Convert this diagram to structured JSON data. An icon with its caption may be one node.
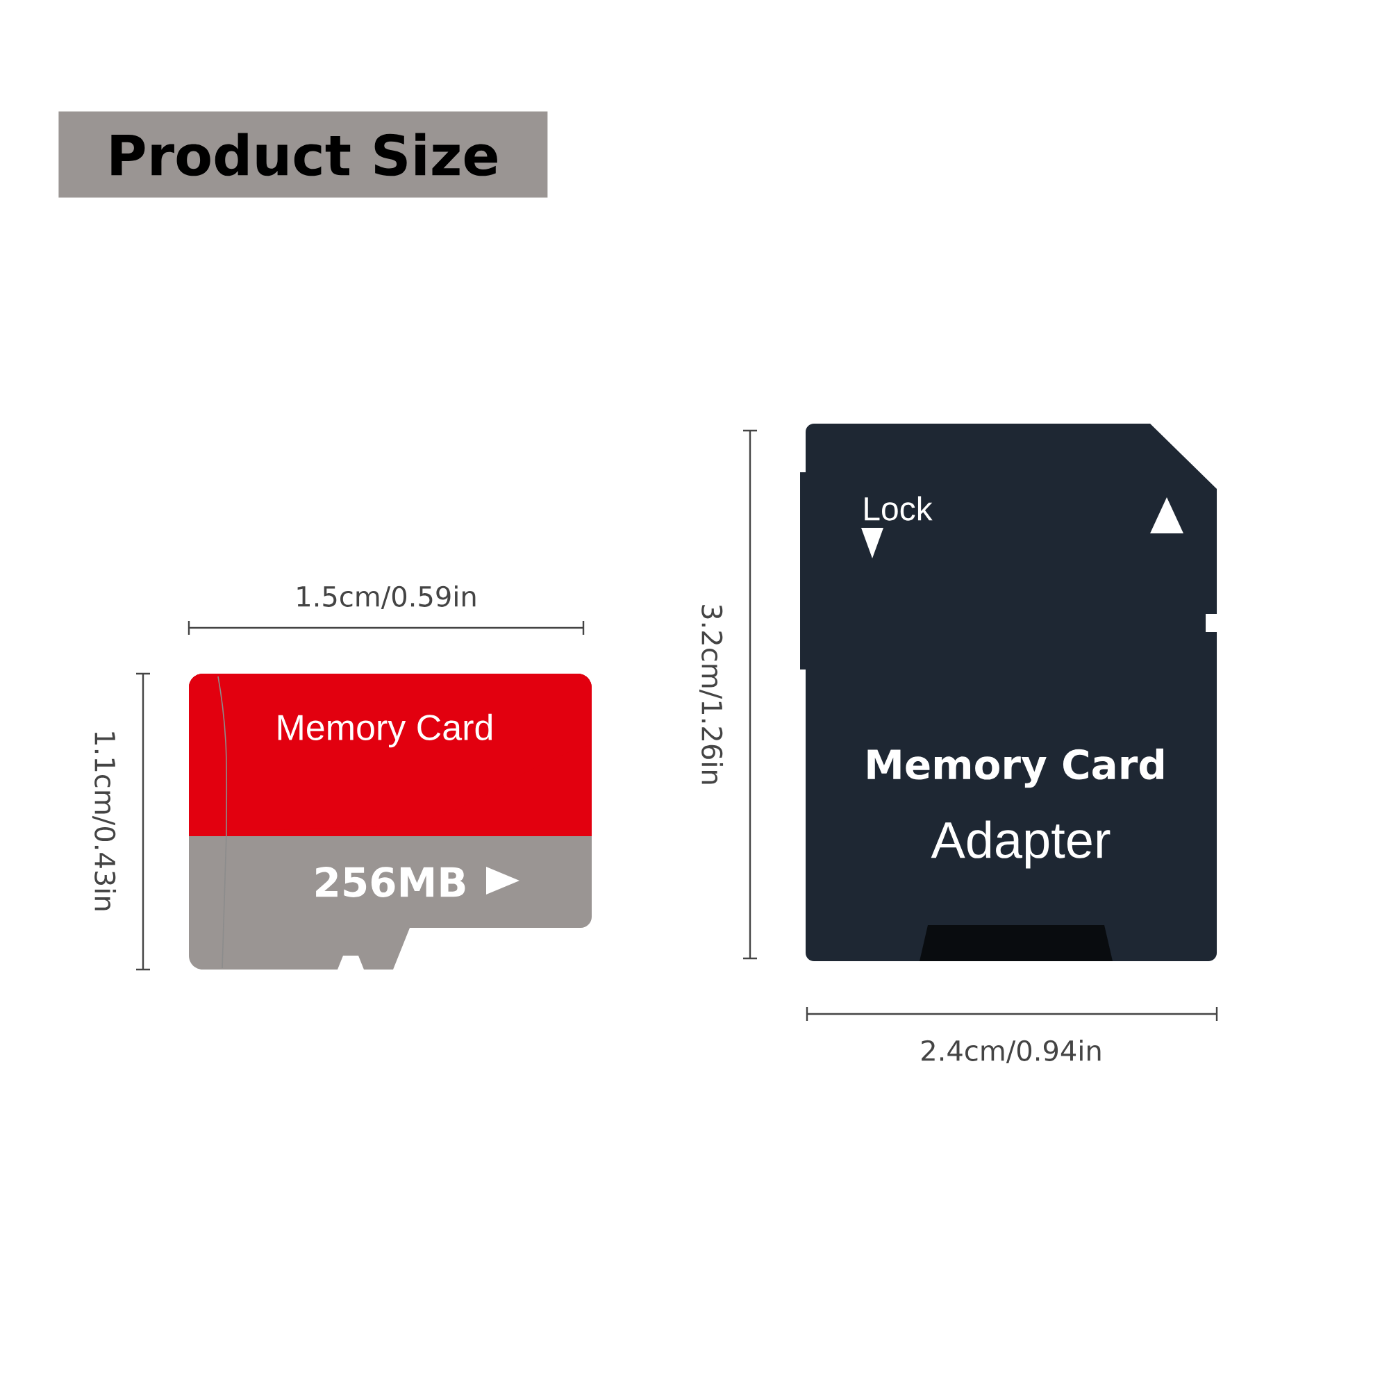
{
  "diagram": {
    "title": "Product Size",
    "nodes": [
      {
        "text": [
          "Memory Card",
          "256MB"
        ]
      },
      {
        "text": [
          "Lock",
          "Memory Card",
          "Adapter"
        ]
      }
    ],
    "labels": [
      "1.5cm/0.59in",
      "1.1cm/0.43in",
      "3.2cm/1.26in",
      "2.4cm/0.94in"
    ]
  }
}
